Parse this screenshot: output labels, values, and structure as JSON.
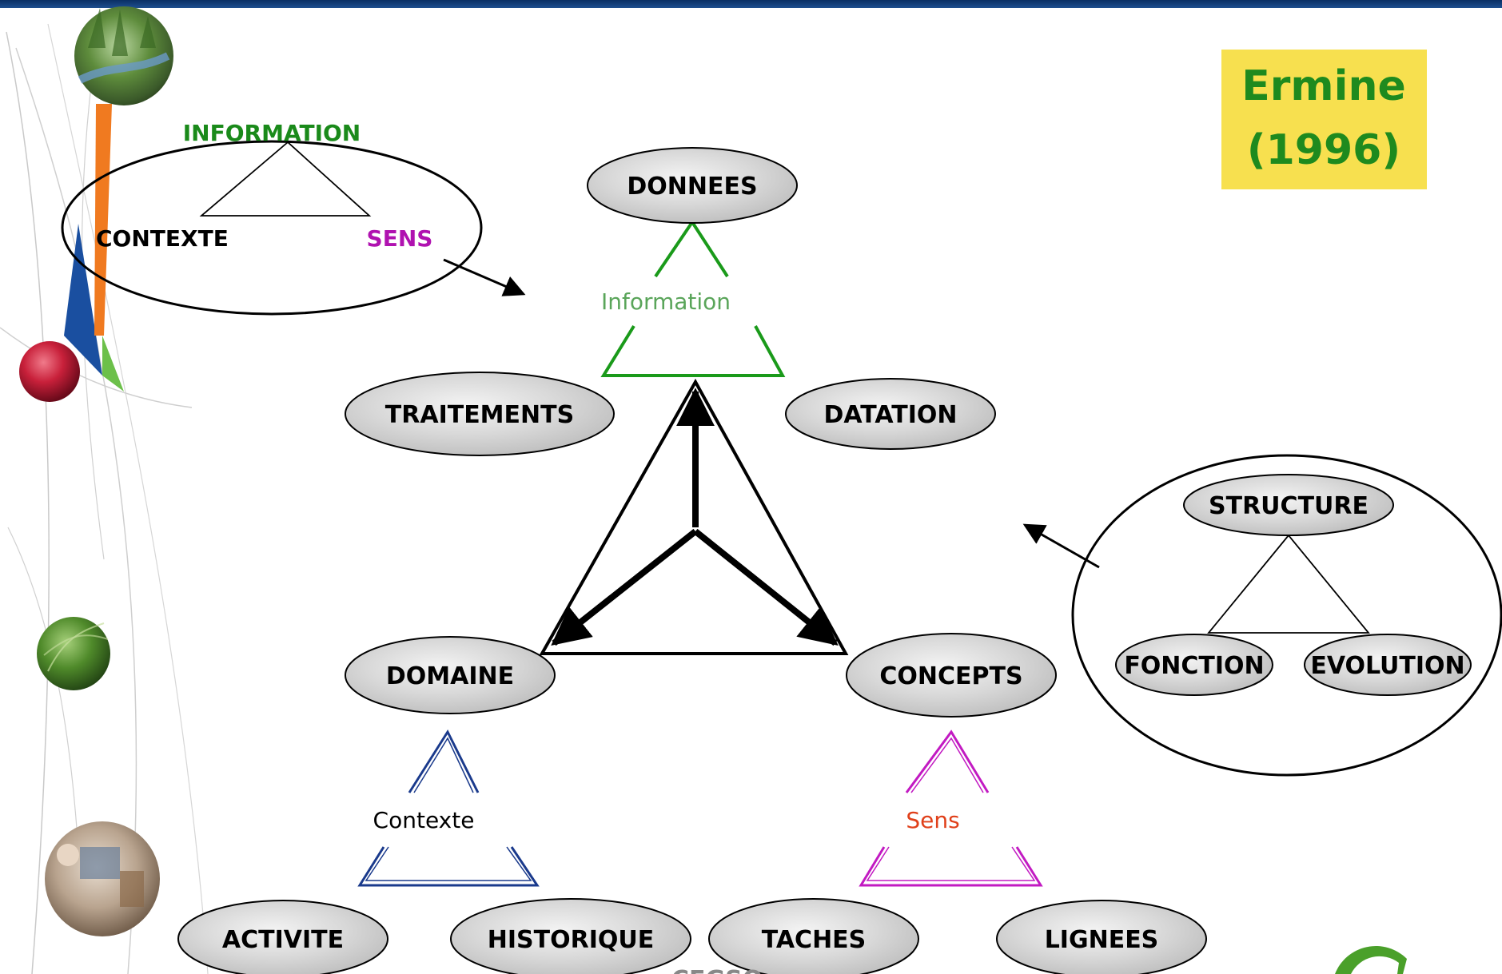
{
  "title_box": {
    "line1": "Ermine",
    "line2": "(1996)"
  },
  "nodes": {
    "donnees": "DONNEES",
    "traitements": "TRAITEMENTS",
    "datation": "DATATION",
    "domaine": "DOMAINE",
    "concepts": "CONCEPTS",
    "activite": "ACTIVITE",
    "historique": "HISTORIQUE",
    "taches": "TACHES",
    "lignees": "LIGNEES"
  },
  "triangle_labels": {
    "information": "Information",
    "contexte": "Contexte",
    "sens": "Sens"
  },
  "inset_left": {
    "top": "INFORMATION",
    "left": "CONTEXTE",
    "right": "SENS"
  },
  "inset_right": {
    "top": "STRUCTURE",
    "left": "FONCTION",
    "right": "EVOLUTION"
  },
  "footer_partial": "CEGSO",
  "colors": {
    "header_bar": "#0f3a73",
    "title_box_bg": "#f7e04f",
    "title_text": "#1e8a1e",
    "information_green": "#1a9a1a",
    "information_label": "#5aa55a",
    "contexte_blue": "#1a3a8c",
    "sens_magenta": "#c21ac2",
    "sens_label": "#e0401a",
    "inset_information": "#1a8a1a",
    "inset_sens": "#b012b0"
  },
  "icons": [
    "river-photo-icon",
    "red-sphere-icon",
    "grass-sphere-icon",
    "lab-photo-icon",
    "logo-icon"
  ]
}
